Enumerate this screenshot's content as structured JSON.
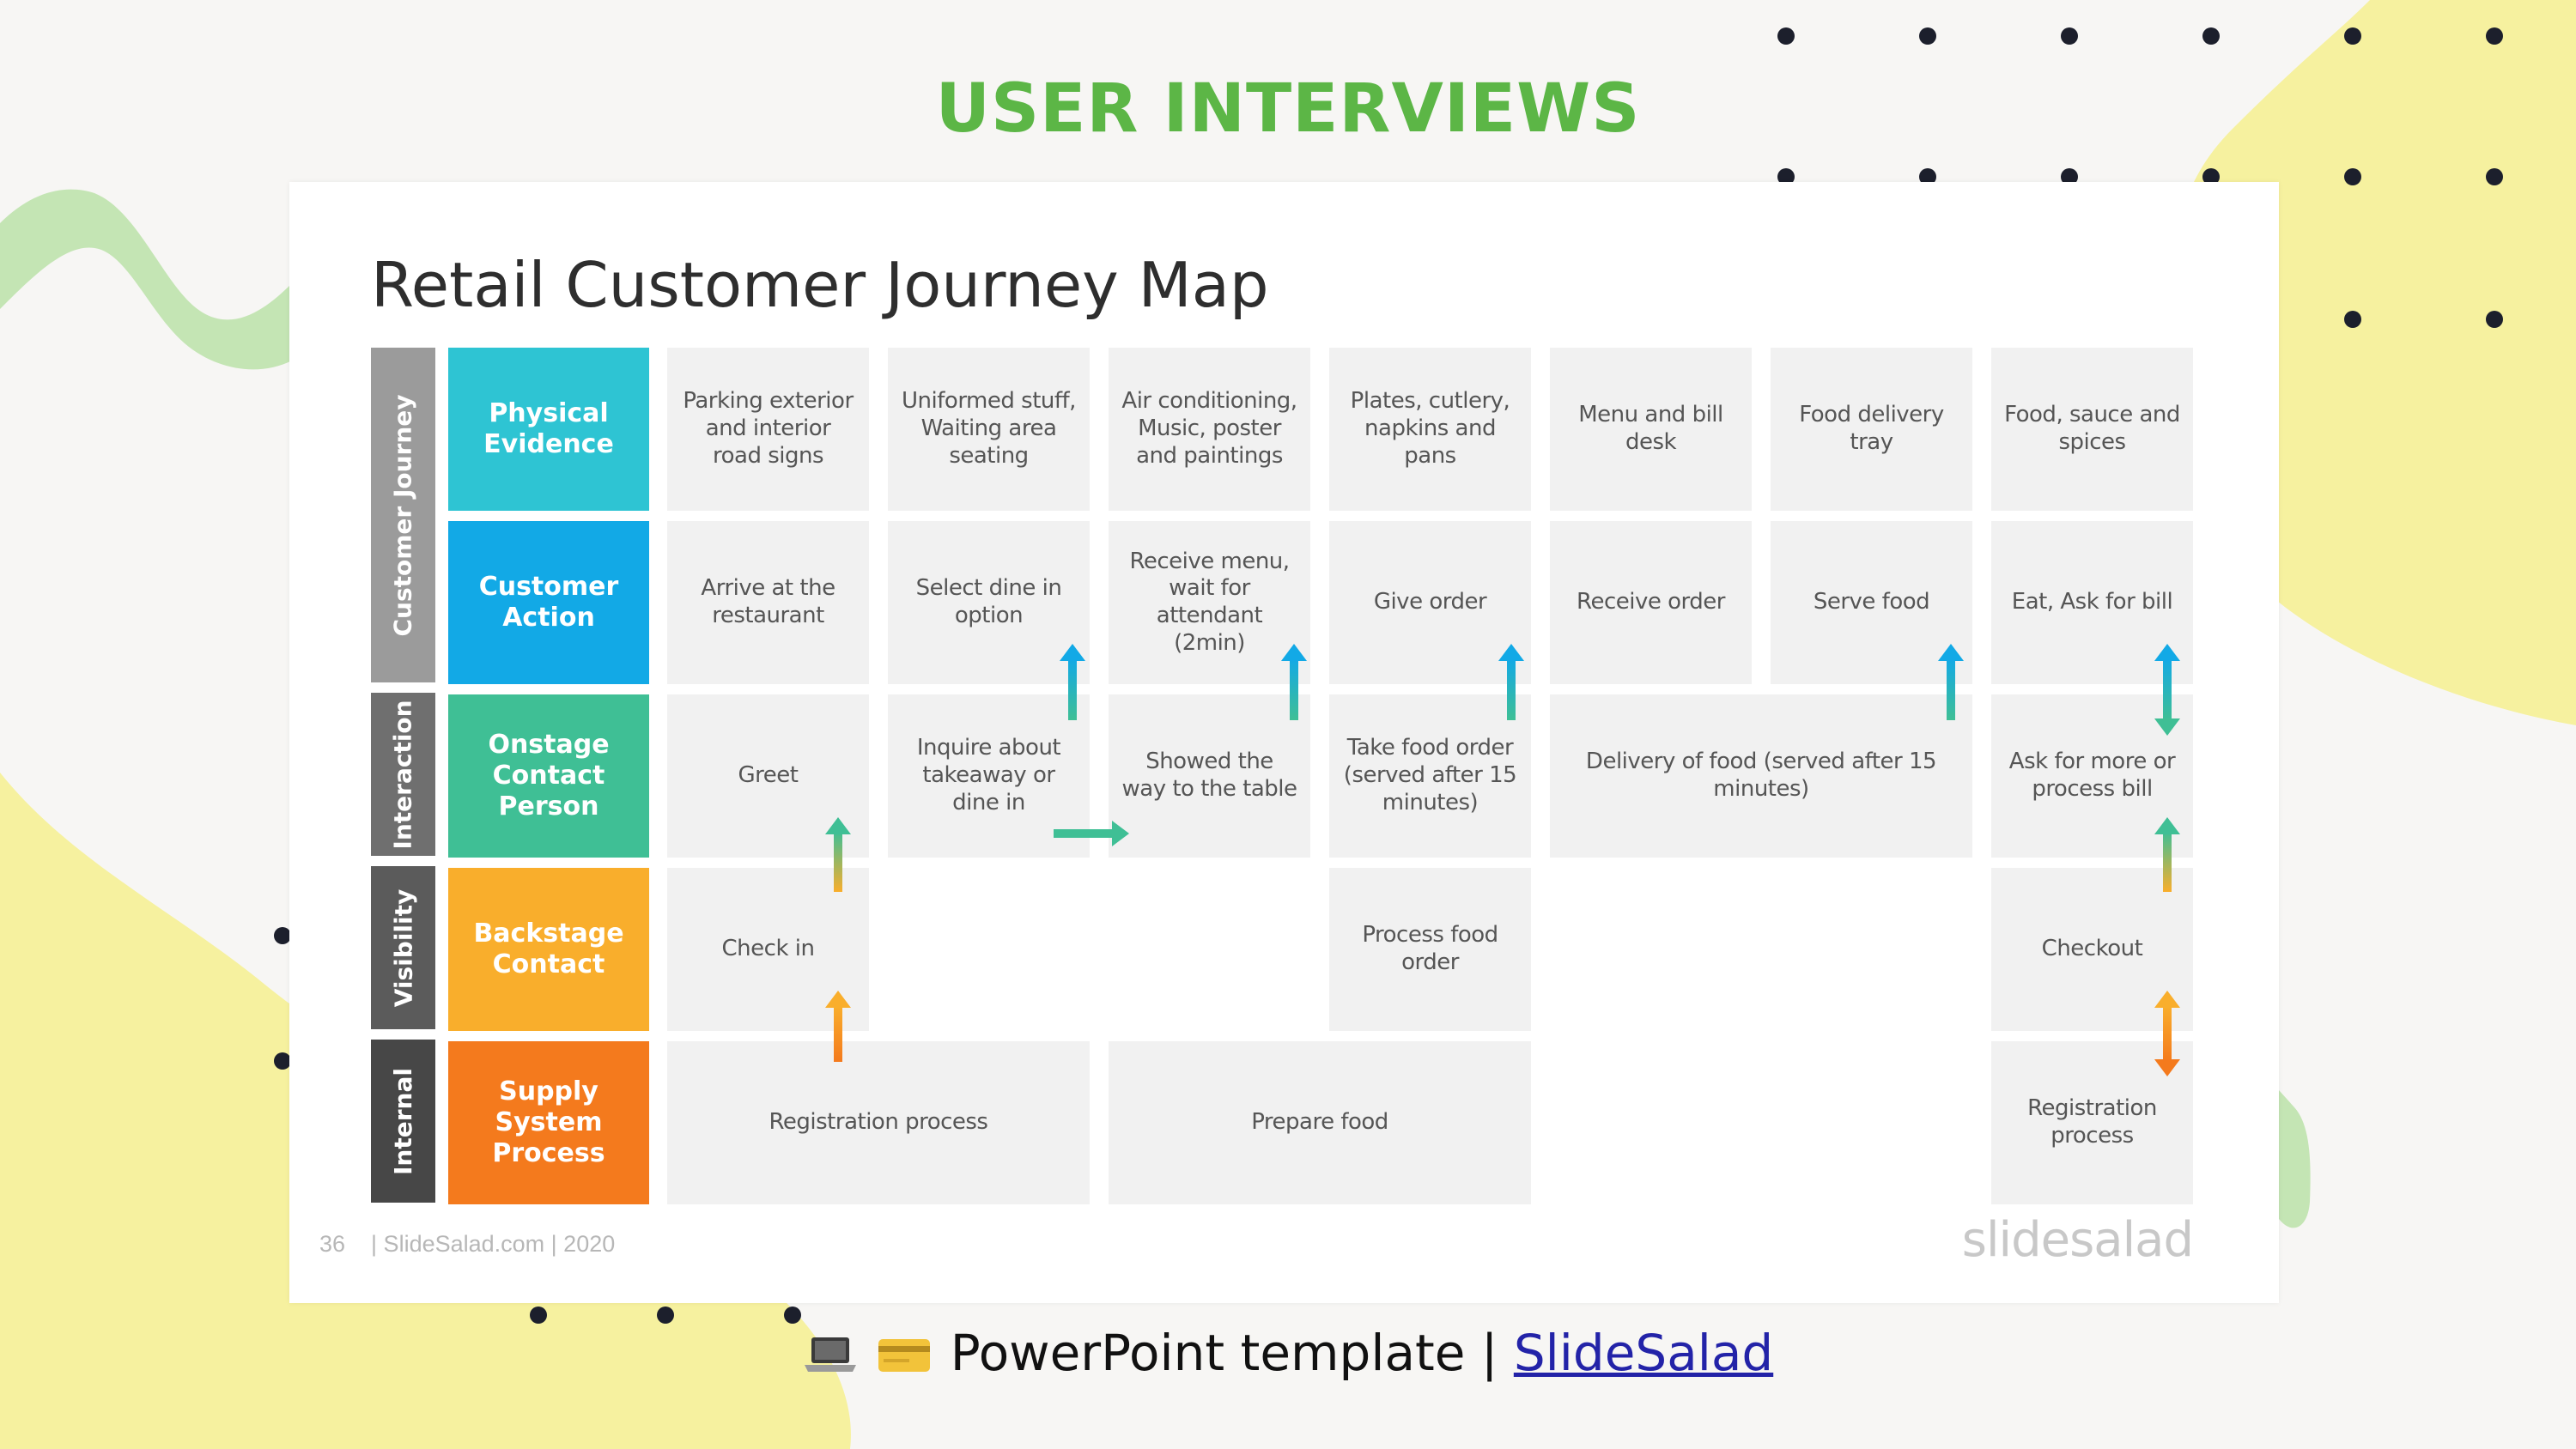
{
  "header": {
    "title": "USER INTERVIEWS"
  },
  "slide": {
    "title": "Retail Customer Journey Map",
    "groups": [
      "Customer Journey",
      "Interaction",
      "Visibility",
      "Internal"
    ],
    "rows": [
      "Physical Evidence",
      "Customer Action",
      "Onstage Contact Person",
      "Backstage Contact",
      "Supply System Process"
    ],
    "cells": {
      "physical_evidence": [
        "Parking exterior and interior road signs",
        "Uniformed stuff, Waiting area seating",
        "Air conditioning, Music, poster and paintings",
        "Plates, cutlery, napkins and pans",
        "Menu and bill desk",
        "Food delivery tray",
        "Food, sauce and spices"
      ],
      "customer_action": [
        "Arrive at the restaurant",
        "Select dine in option",
        "Receive menu, wait for attendant (2min)",
        "Give order",
        "Receive order",
        "Serve food",
        "Eat, Ask for bill"
      ],
      "onstage": [
        "Greet",
        "Inquire about takeaway or dine in",
        "Showed the way to the table",
        "Take food order (served after 15 minutes)",
        "Delivery of food (served after 15 minutes)",
        "Ask for more or process bill"
      ],
      "backstage": [
        "Check in",
        "Process food order",
        "Checkout"
      ],
      "supply": [
        "Registration process",
        "Prepare food",
        "Registration process"
      ]
    },
    "footer": {
      "page": "36",
      "source": "| SlideSalad.com | 2020",
      "logo": "slidesalad"
    }
  },
  "caption": {
    "text": "PowerPoint template | ",
    "link": "SlideSalad"
  },
  "colors": {
    "title_green": "#5cb646",
    "physical_evidence": "#2ec4d3",
    "customer_action": "#12a9e6",
    "onstage": "#3fbf95",
    "backstage": "#f9ae2c",
    "supply": "#f47a1d",
    "blob_yellow": "#f6f19f",
    "blob_green": "#c4e5b4",
    "dots": "#1c1f2c"
  }
}
